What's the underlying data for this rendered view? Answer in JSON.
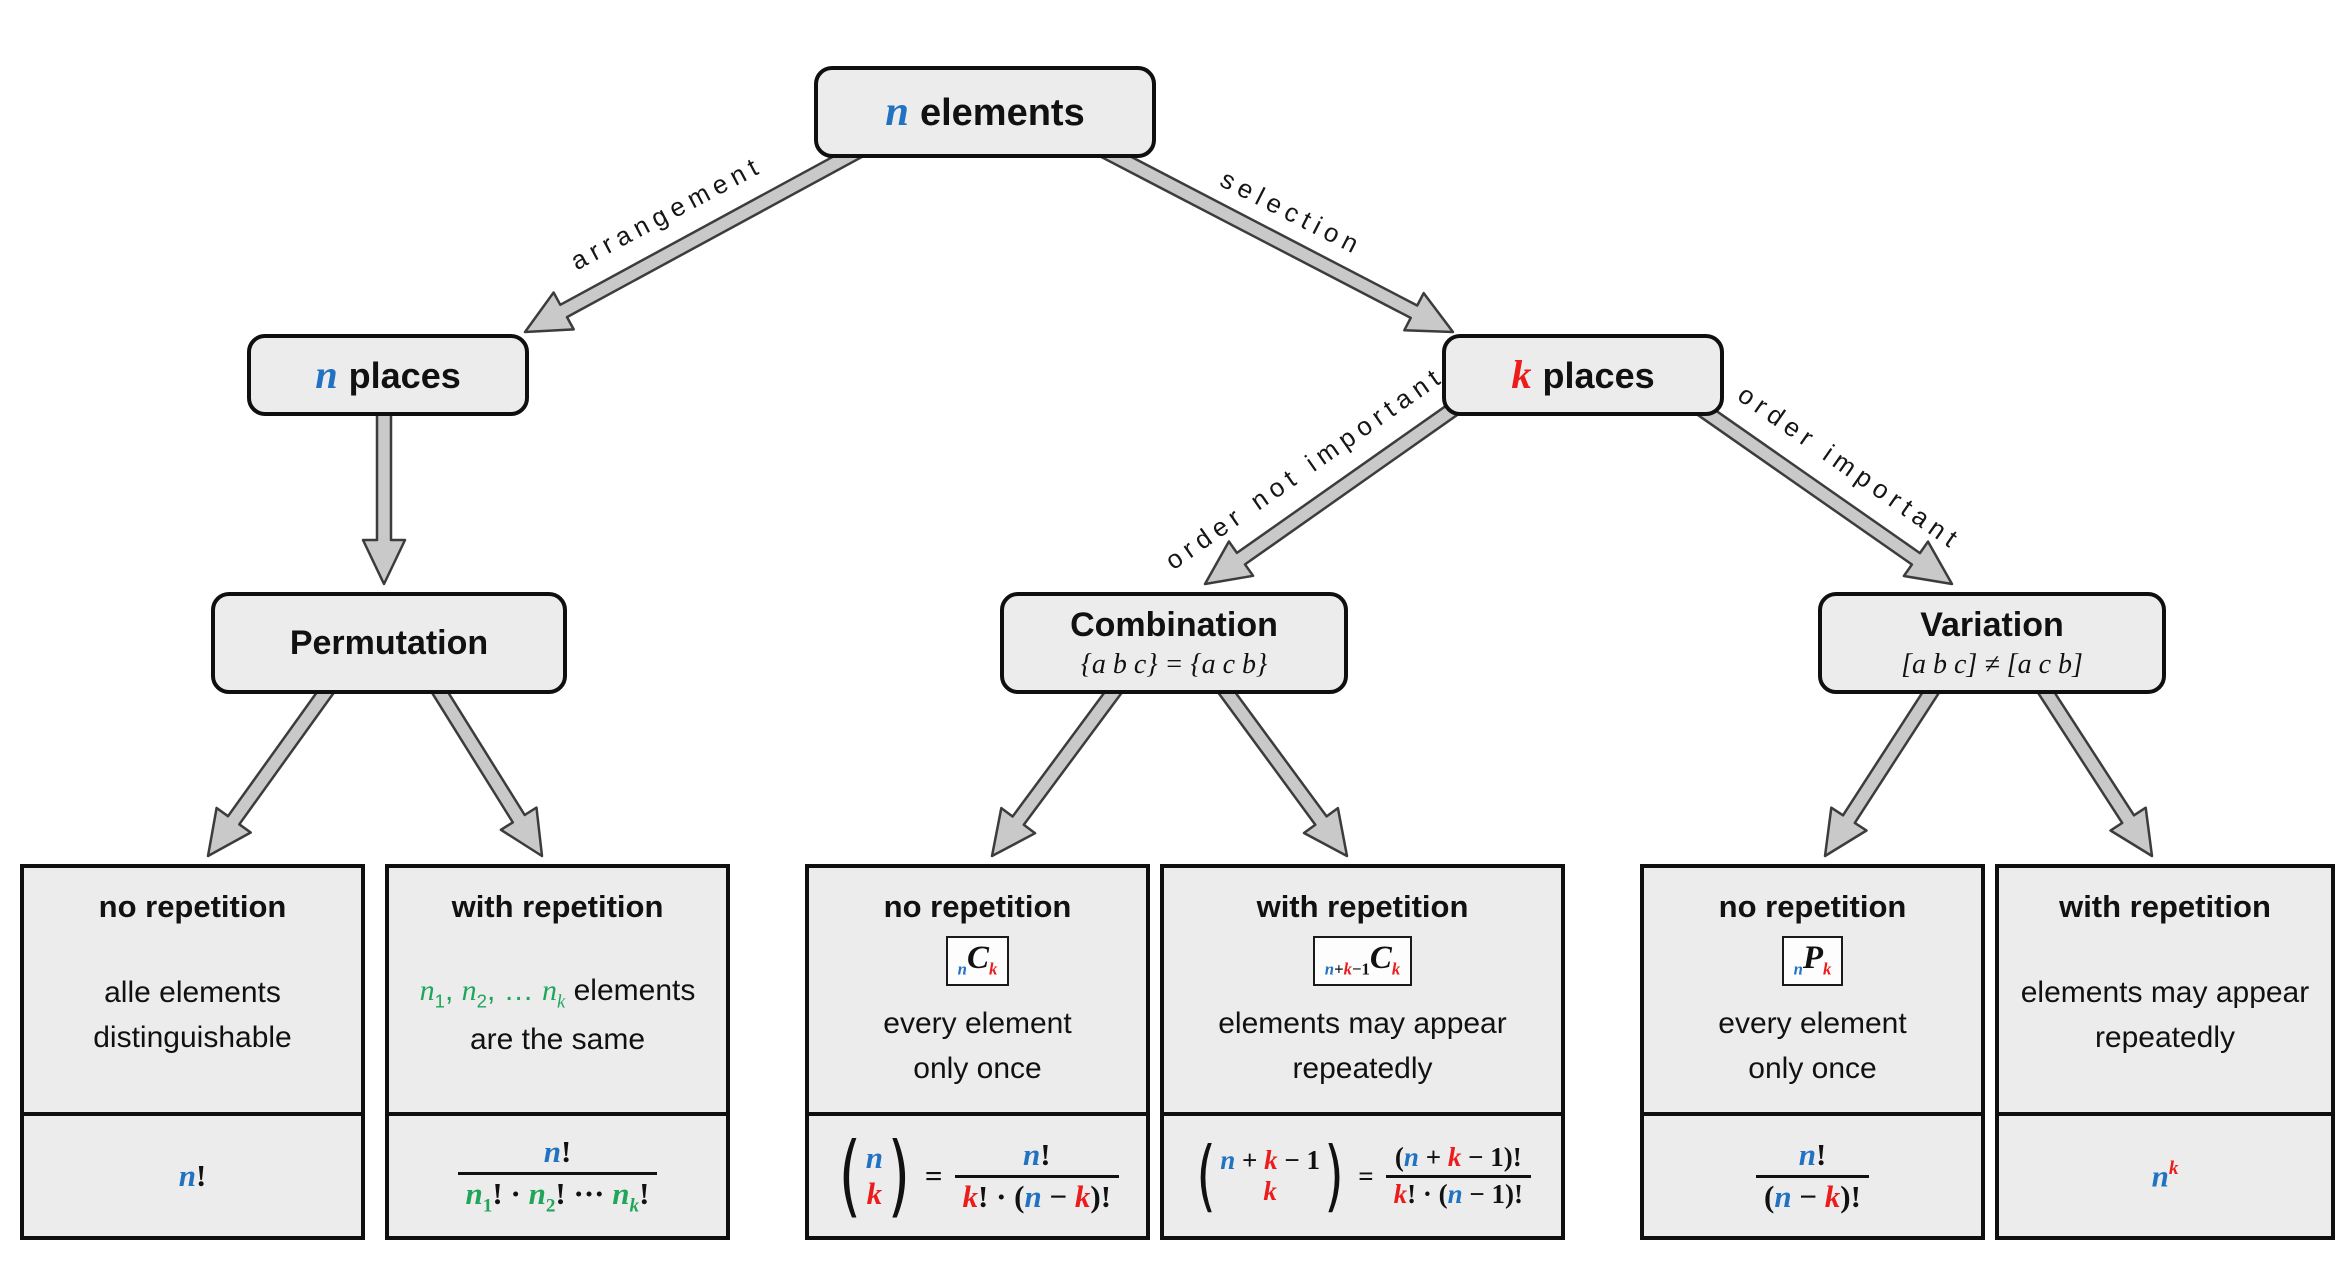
{
  "palette": {
    "blue": "#2172C3",
    "red": "#EC1C1C",
    "green": "#1FA65A",
    "boxfill": "#ECECEC",
    "arrowfill": "#C9C9C9",
    "arrowline": "#3C3C3C"
  },
  "nodes": {
    "root": {
      "var": "n",
      "label": "elements"
    },
    "n_places": {
      "var": "n",
      "label": "places"
    },
    "k_places": {
      "var": "k",
      "label": "places"
    },
    "permutation": {
      "title": "Permutation"
    },
    "combination": {
      "title": "Combination",
      "subtitle": "{a b c} = {a c b}"
    },
    "variation": {
      "title": "Variation",
      "subtitle": "[a b c] ≠ [a c b]"
    }
  },
  "edge_labels": {
    "arrangement": "arrangement",
    "selection": "selection",
    "order_not_important": "order not important",
    "order_important": "order important"
  },
  "leaves": [
    {
      "title": "no repetition",
      "desc": [
        [
          {
            "t": "alle elements"
          }
        ],
        [
          {
            "t": "distinguishable"
          }
        ]
      ],
      "formula_plain": [
        {
          "t": "n",
          "c": "blue",
          "i": true
        },
        {
          "t": "!"
        }
      ]
    },
    {
      "title": "with repetition",
      "desc": [
        [
          {
            "t": "n",
            "c": "green",
            "i": true
          },
          {
            "t": "1",
            "c": "green",
            "p": "sub"
          },
          {
            "t": ", ",
            "c": "green"
          },
          {
            "t": "n",
            "c": "green",
            "i": true
          },
          {
            "t": "2",
            "c": "green",
            "p": "sub"
          },
          {
            "t": ", … ",
            "c": "green"
          },
          {
            "t": "n",
            "c": "green",
            "i": true
          },
          {
            "t": "k",
            "c": "green",
            "p": "sub",
            "i": true
          },
          {
            "t": " elements"
          }
        ],
        [
          {
            "t": "are the same"
          }
        ]
      ],
      "formula_frac": {
        "num": [
          {
            "t": "n",
            "c": "blue",
            "i": true
          },
          {
            "t": "!"
          }
        ],
        "den": [
          {
            "t": "n",
            "c": "green",
            "i": true
          },
          {
            "t": "1",
            "c": "green",
            "p": "sub"
          },
          {
            "t": "! · "
          },
          {
            "t": "n",
            "c": "green",
            "i": true
          },
          {
            "t": "2",
            "c": "green",
            "p": "sub"
          },
          {
            "t": "! ··· "
          },
          {
            "t": "n",
            "c": "green",
            "i": true
          },
          {
            "t": "k",
            "c": "green",
            "p": "sub",
            "i": true
          },
          {
            "t": "!"
          }
        ]
      }
    },
    {
      "title": "no repetition",
      "badge": [
        {
          "t": "n",
          "c": "blue",
          "p": "sub",
          "i": true
        },
        {
          "t": "C",
          "i": true,
          "lg": true
        },
        {
          "t": "k",
          "c": "red",
          "p": "sub",
          "i": true
        }
      ],
      "desc": [
        [
          {
            "t": "every element"
          }
        ],
        [
          {
            "t": "only once"
          }
        ]
      ],
      "formula_binom": {
        "open": "(",
        "close": ")",
        "eq": "=",
        "top": [
          {
            "t": "n",
            "c": "blue",
            "i": true
          }
        ],
        "bot": [
          {
            "t": "k",
            "c": "red",
            "i": true
          }
        ],
        "num": [
          {
            "t": "n",
            "c": "blue",
            "i": true
          },
          {
            "t": "!"
          }
        ],
        "den": [
          {
            "t": "k",
            "c": "red",
            "i": true
          },
          {
            "t": "! · ("
          },
          {
            "t": "n",
            "c": "blue",
            "i": true
          },
          {
            "t": " − "
          },
          {
            "t": "k",
            "c": "red",
            "i": true
          },
          {
            "t": ")!"
          }
        ]
      }
    },
    {
      "title": "with repetition",
      "badge": [
        {
          "t": "n",
          "c": "blue",
          "p": "sub",
          "i": true
        },
        {
          "t": "+",
          "p": "sub"
        },
        {
          "t": "k",
          "c": "red",
          "p": "sub",
          "i": true
        },
        {
          "t": "−1",
          "p": "sub"
        },
        {
          "t": "C",
          "i": true,
          "lg": true
        },
        {
          "t": "k",
          "c": "red",
          "p": "sub",
          "i": true
        }
      ],
      "desc": [
        [
          {
            "t": "elements may appear"
          }
        ],
        [
          {
            "t": "repeatedly"
          }
        ]
      ],
      "formula_binom": {
        "open": "(",
        "close": ")",
        "eq": "=",
        "top": [
          {
            "t": "n",
            "c": "blue",
            "i": true
          },
          {
            "t": " + "
          },
          {
            "t": "k",
            "c": "red",
            "i": true
          },
          {
            "t": " − 1"
          }
        ],
        "bot": [
          {
            "t": "k",
            "c": "red",
            "i": true
          }
        ],
        "num": [
          {
            "t": "("
          },
          {
            "t": "n",
            "c": "blue",
            "i": true
          },
          {
            "t": " + "
          },
          {
            "t": "k",
            "c": "red",
            "i": true
          },
          {
            "t": " − 1)!"
          }
        ],
        "den": [
          {
            "t": "k",
            "c": "red",
            "i": true
          },
          {
            "t": "! · ("
          },
          {
            "t": "n",
            "c": "blue",
            "i": true
          },
          {
            "t": " − 1)!"
          }
        ]
      }
    },
    {
      "title": "no repetition",
      "badge": [
        {
          "t": "n",
          "c": "blue",
          "p": "sub",
          "i": true
        },
        {
          "t": "P",
          "i": true,
          "lg": true
        },
        {
          "t": "k",
          "c": "red",
          "p": "sub",
          "i": true
        }
      ],
      "desc": [
        [
          {
            "t": "every element"
          }
        ],
        [
          {
            "t": "only once"
          }
        ]
      ],
      "formula_frac": {
        "num": [
          {
            "t": "n",
            "c": "blue",
            "i": true
          },
          {
            "t": "!"
          }
        ],
        "den": [
          {
            "t": "("
          },
          {
            "t": "n",
            "c": "blue",
            "i": true
          },
          {
            "t": " − "
          },
          {
            "t": "k",
            "c": "red",
            "i": true
          },
          {
            "t": ")!"
          }
        ]
      }
    },
    {
      "title": "with repetition",
      "desc": [
        [
          {
            "t": "elements may appear"
          }
        ],
        [
          {
            "t": "repeatedly"
          }
        ]
      ],
      "formula_plain": [
        {
          "t": "n",
          "c": "blue",
          "i": true
        },
        {
          "t": "k",
          "c": "red",
          "p": "sup",
          "i": true
        }
      ]
    }
  ]
}
